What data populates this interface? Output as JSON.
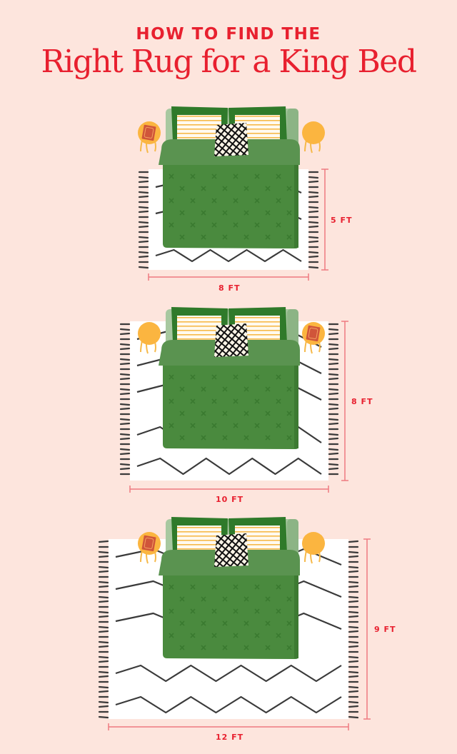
{
  "header": {
    "kicker": "HOW TO FIND THE",
    "title": "Right Rug for a King Bed"
  },
  "colors": {
    "background": "#fde5dd",
    "title_red": "#e8202f",
    "dimension_line": "#ef7a80",
    "rug": "#ffffff",
    "rug_pattern": "#3a3a3a",
    "duvet": "#4a8a3e",
    "duvet_fold": "#5a9350",
    "headboard": "#a8c8a0",
    "sham": "#2f7a2a",
    "nightstand": "#fbb540",
    "book": "#d0553a"
  },
  "diagrams": [
    {
      "name": "rug-5x8",
      "rug_width_label": "8 FT",
      "rug_depth_label": "5 FT",
      "width_ft": 8,
      "depth_ft": 5,
      "book_on": "left"
    },
    {
      "name": "rug-8x10",
      "rug_width_label": "10 FT",
      "rug_depth_label": "8 FT",
      "width_ft": 10,
      "depth_ft": 8,
      "book_on": "right"
    },
    {
      "name": "rug-9x12",
      "rug_width_label": "12 FT",
      "rug_depth_label": "9 FT",
      "width_ft": 12,
      "depth_ft": 9,
      "book_on": "left"
    }
  ]
}
